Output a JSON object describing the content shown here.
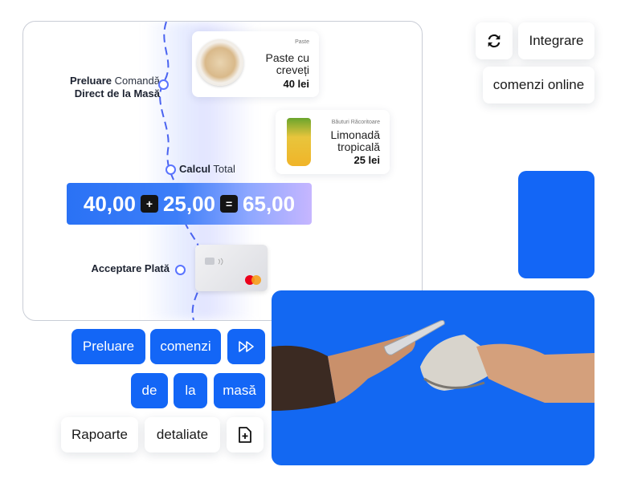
{
  "flow": {
    "step1": {
      "bold": "Preluare",
      "rest1": " Comandă",
      "line2bold": "Direct",
      "rest2": " de la Masă"
    },
    "step2": {
      "bold": "Calcul",
      "rest": " Total"
    },
    "step3": {
      "bold": "Acceptare",
      "rest": " Plată"
    }
  },
  "products": [
    {
      "category": "Paste",
      "name_line1": "Paste cu",
      "name_line2": "creveți",
      "price": "40 lei"
    },
    {
      "category": "Băuturi Răcoritoare",
      "name_line1": "Limonadă",
      "name_line2": "tropicală",
      "price": "25 lei"
    }
  ],
  "calc": {
    "a": "40,00",
    "op1": "+",
    "b": "25,00",
    "op2": "=",
    "result": "65,00"
  },
  "integration": {
    "refresh_icon": "refresh-icon",
    "label1": "Integrare",
    "label2": "comenzi online"
  },
  "order_chips": {
    "w1": "Preluare",
    "w2": "comenzi",
    "icon": "fast-forward-icon",
    "w3": "de",
    "w4": "la",
    "w5": "masă"
  },
  "reports": {
    "w1": "Rapoarte",
    "w2": "detaliate",
    "icon": "add-document-icon"
  },
  "colors": {
    "brand_blue": "#1366f6",
    "path": "#5a74ff"
  }
}
